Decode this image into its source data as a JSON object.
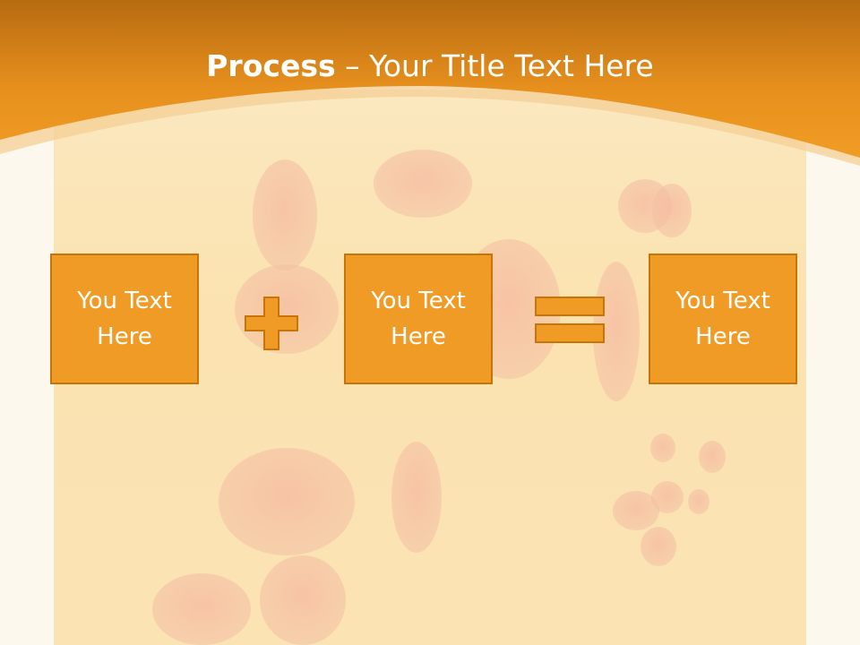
{
  "slide": {
    "title_bold": "Process",
    "title_rest": " – Your Title Text Here"
  },
  "process": {
    "boxes": [
      {
        "label": "You Text Here"
      },
      {
        "label": "You Text Here"
      },
      {
        "label": "You Text Here"
      }
    ],
    "operators": [
      "plus-icon",
      "equals-icon"
    ]
  },
  "colors": {
    "header": "#ee9a22",
    "box_fill": "#f09b25",
    "box_border": "#c77508",
    "operator_fill": "#f09b25"
  }
}
